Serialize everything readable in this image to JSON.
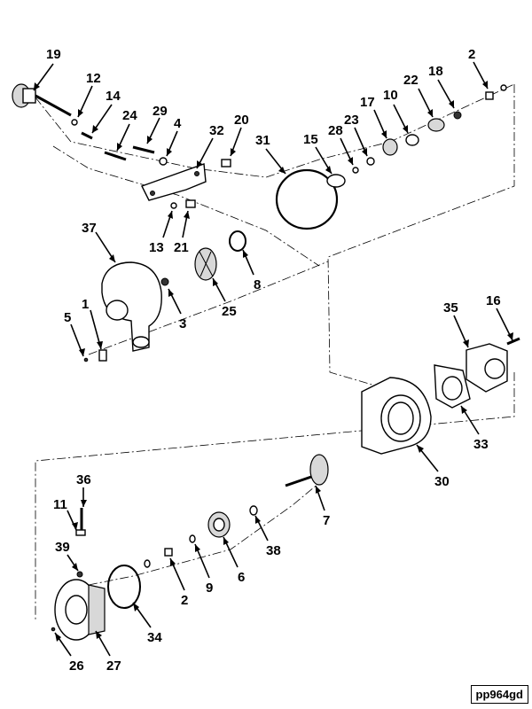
{
  "reference_code": "pp964gd",
  "callouts": [
    {
      "id": "c19",
      "text": "19"
    },
    {
      "id": "c12",
      "text": "12"
    },
    {
      "id": "c14",
      "text": "14"
    },
    {
      "id": "c24",
      "text": "24"
    },
    {
      "id": "c29",
      "text": "29"
    },
    {
      "id": "c4",
      "text": "4"
    },
    {
      "id": "c20",
      "text": "20"
    },
    {
      "id": "c32",
      "text": "32"
    },
    {
      "id": "c31",
      "text": "31"
    },
    {
      "id": "c15",
      "text": "15"
    },
    {
      "id": "c28",
      "text": "28"
    },
    {
      "id": "c23",
      "text": "23"
    },
    {
      "id": "c17",
      "text": "17"
    },
    {
      "id": "c10",
      "text": "10"
    },
    {
      "id": "c22",
      "text": "22"
    },
    {
      "id": "c18",
      "text": "18"
    },
    {
      "id": "c2a",
      "text": "2"
    },
    {
      "id": "c13",
      "text": "13"
    },
    {
      "id": "c21",
      "text": "21"
    },
    {
      "id": "c37",
      "text": "37"
    },
    {
      "id": "c8",
      "text": "8"
    },
    {
      "id": "c25",
      "text": "25"
    },
    {
      "id": "c3",
      "text": "3"
    },
    {
      "id": "c1",
      "text": "1"
    },
    {
      "id": "c5",
      "text": "5"
    },
    {
      "id": "c35",
      "text": "35"
    },
    {
      "id": "c16",
      "text": "16"
    },
    {
      "id": "c33",
      "text": "33"
    },
    {
      "id": "c30",
      "text": "30"
    },
    {
      "id": "c7",
      "text": "7"
    },
    {
      "id": "c36",
      "text": "36"
    },
    {
      "id": "c11",
      "text": "11"
    },
    {
      "id": "c38",
      "text": "38"
    },
    {
      "id": "c6",
      "text": "6"
    },
    {
      "id": "c39",
      "text": "39"
    },
    {
      "id": "c9",
      "text": "9"
    },
    {
      "id": "c2b",
      "text": "2"
    },
    {
      "id": "c34",
      "text": "34"
    },
    {
      "id": "c26",
      "text": "26"
    },
    {
      "id": "c27",
      "text": "27"
    }
  ]
}
